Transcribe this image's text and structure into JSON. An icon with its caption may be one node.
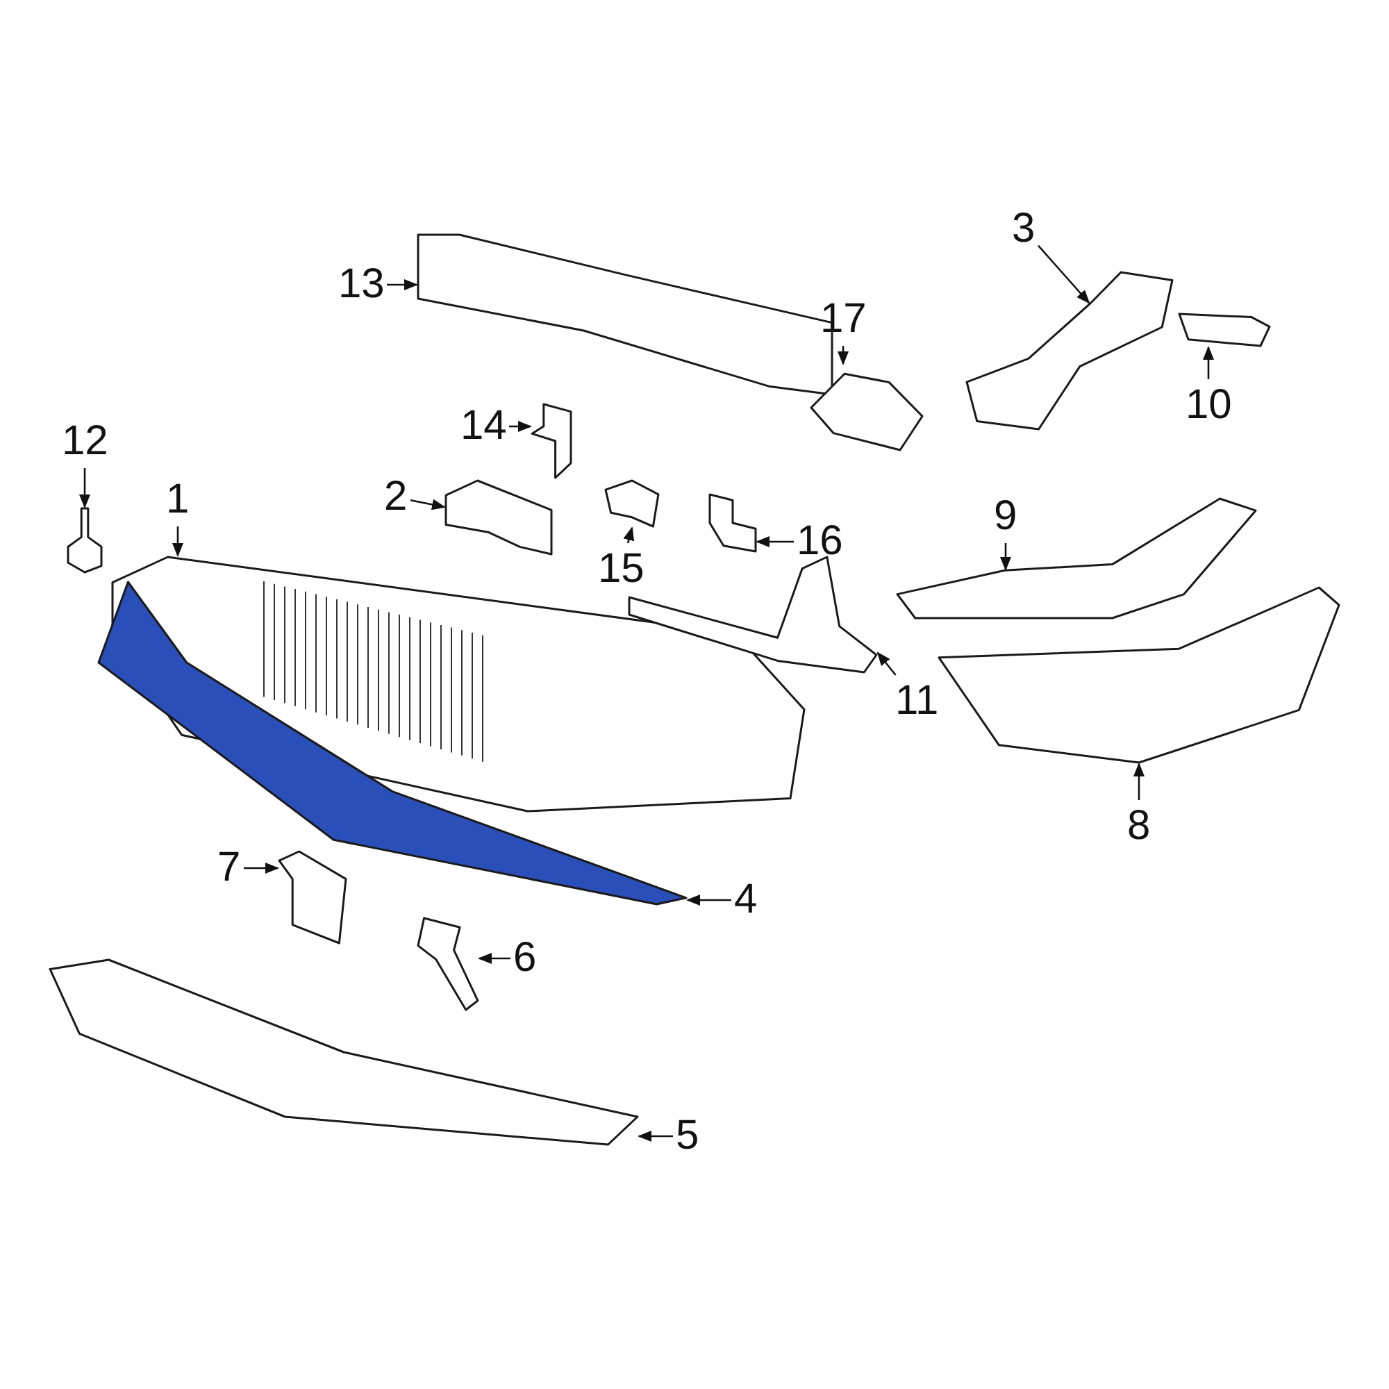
{
  "diagram": {
    "nodes": [
      {
        "text": [
          "1"
        ]
      },
      {
        "text": [
          "2"
        ]
      },
      {
        "text": [
          "3"
        ]
      },
      {
        "text": [
          "4"
        ]
      },
      {
        "text": [
          "5"
        ]
      },
      {
        "text": [
          "6"
        ]
      },
      {
        "text": [
          "7"
        ]
      },
      {
        "text": [
          "8"
        ]
      },
      {
        "text": [
          "9"
        ]
      },
      {
        "text": [
          "10"
        ]
      },
      {
        "text": [
          "11"
        ]
      },
      {
        "text": [
          "12"
        ]
      },
      {
        "text": [
          "13"
        ]
      },
      {
        "text": [
          "14"
        ]
      },
      {
        "text": [
          "15"
        ]
      },
      {
        "text": [
          "16"
        ]
      },
      {
        "text": [
          "17"
        ]
      },
      {
        "text": [],
        "shape": "picture"
      },
      {
        "text": [],
        "shape": "picture"
      },
      {
        "text": [],
        "shape": "picture"
      },
      {
        "text": [],
        "shape": "picture"
      },
      {
        "text": [],
        "shape": "picture"
      },
      {
        "text": [],
        "shape": "picture"
      },
      {
        "text": [],
        "shape": "picture"
      },
      {
        "text": [],
        "shape": "picture"
      },
      {
        "text": [],
        "shape": "picture"
      },
      {
        "text": [],
        "shape": "picture"
      },
      {
        "text": [],
        "shape": "picture"
      },
      {
        "text": [],
        "shape": "picture"
      },
      {
        "text": [],
        "shape": "picture"
      },
      {
        "text": [],
        "shape": "picture"
      },
      {
        "text": [],
        "shape": "picture"
      },
      {
        "text": [],
        "shape": "picture"
      },
      {
        "text": [],
        "shape": "picture"
      }
    ],
    "edges": [
      {
        "from": 0,
        "to": 17,
        "arrow": "to"
      },
      {
        "from": 1,
        "to": 18,
        "arrow": "to"
      },
      {
        "from": 2,
        "to": 19,
        "arrow": "to"
      },
      {
        "from": 3,
        "to": 20,
        "arrow": "to"
      },
      {
        "from": 4,
        "to": 21,
        "arrow": "to"
      },
      {
        "from": 5,
        "to": 22,
        "arrow": "to"
      },
      {
        "from": 6,
        "to": 23,
        "arrow": "to"
      },
      {
        "from": 7,
        "to": 24,
        "arrow": "to"
      },
      {
        "from": 8,
        "to": 25,
        "arrow": "to"
      },
      {
        "from": 9,
        "to": 26,
        "arrow": "to"
      },
      {
        "from": 10,
        "to": 27,
        "arrow": "to"
      },
      {
        "from": 11,
        "to": 28,
        "arrow": "to"
      },
      {
        "from": 12,
        "to": 29,
        "arrow": "to"
      },
      {
        "from": 13,
        "to": 30,
        "arrow": "to"
      },
      {
        "from": 14,
        "to": 31,
        "arrow": "to"
      },
      {
        "from": 15,
        "to": 32,
        "arrow": "to"
      },
      {
        "from": 16,
        "to": 33,
        "arrow": "to"
      }
    ]
  }
}
